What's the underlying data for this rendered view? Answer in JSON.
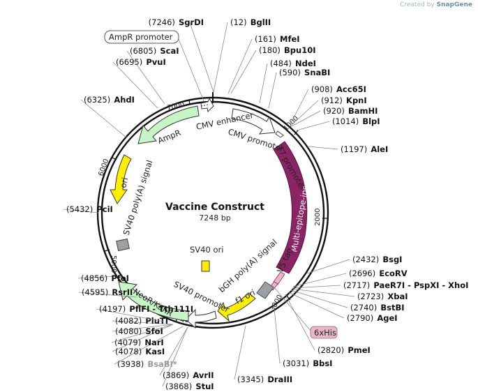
{
  "credit": {
    "prefix": "Created by",
    "brand": "SnapGene"
  },
  "plasmid": {
    "name": "Vaccine Construct",
    "length_label": "7248 bp",
    "length": 7248
  },
  "ticks": [
    "1000",
    "2000",
    "3000",
    "4000",
    "5000",
    "6000",
    "7000"
  ],
  "sites": [
    {
      "name": "SgrDI",
      "pos": "(7246)"
    },
    {
      "name": "BglII",
      "pos": "(12)"
    },
    {
      "name": "MfeI",
      "pos": "(161)"
    },
    {
      "name": "Bpu10I",
      "pos": "(180)"
    },
    {
      "name": "NdeI",
      "pos": "(484)"
    },
    {
      "name": "SnaBI",
      "pos": "(590)"
    },
    {
      "name": "Acc65I",
      "pos": "(908)"
    },
    {
      "name": "KpnI",
      "pos": "(912)"
    },
    {
      "name": "BamHI",
      "pos": "(920)"
    },
    {
      "name": "BlpI",
      "pos": "(1014)"
    },
    {
      "name": "AleI",
      "pos": "(1197)"
    },
    {
      "name": "BsgI",
      "pos": "(2432)"
    },
    {
      "name": "EcoRV",
      "pos": "(2696)"
    },
    {
      "name": "PaeR7I - PspXI - XhoI",
      "pos": "(2717)"
    },
    {
      "name": "XbaI",
      "pos": "(2723)"
    },
    {
      "name": "BstBI",
      "pos": "(2740)"
    },
    {
      "name": "AgeI",
      "pos": "(2790)"
    },
    {
      "name": "PmeI",
      "pos": "(2820)"
    },
    {
      "name": "BbsI",
      "pos": "(3031)"
    },
    {
      "name": "DraIII",
      "pos": "(3345)"
    },
    {
      "name": "StuI",
      "pos": "(3868)"
    },
    {
      "name": "AvrII",
      "pos": "(3869)"
    },
    {
      "name": "BsaBI*",
      "pos": "(3938)"
    },
    {
      "name": "KasI",
      "pos": "(4078)"
    },
    {
      "name": "NarI",
      "pos": "(4079)"
    },
    {
      "name": "SfoI",
      "pos": "(4080)"
    },
    {
      "name": "PluTI",
      "pos": "(4082)"
    },
    {
      "name": "PflFI - Tth111I",
      "pos": "(4197)"
    },
    {
      "name": "RsrII",
      "pos": "(4595)"
    },
    {
      "name": "PfoI",
      "pos": "(4856)"
    },
    {
      "name": "PciI",
      "pos": "(5432)"
    },
    {
      "name": "AhdI",
      "pos": "(6325)"
    },
    {
      "name": "PvuI",
      "pos": "(6695)"
    },
    {
      "name": "ScaI",
      "pos": "(6805)"
    }
  ],
  "features": {
    "ampr_promoter": "AmpR promoter",
    "ampr": "AmpR",
    "cmv_enhancer": "CMV enhancer",
    "cmv_promoter": "CMV promoter",
    "t7_promoter": "T7 promoter",
    "insert": "Multi-epitope-insert",
    "v5_tag": "V5 tag",
    "bgh": "bGH poly(A) signal",
    "f1_ori": "f1 ori",
    "his": "6xHis",
    "sv40_promoter": "SV40 promoter",
    "neor": "NeoR/KanR",
    "sv40_ori": "SV40 ori",
    "sv40_polya": "SV40 poly(A) signal",
    "ori": "ori"
  },
  "colors": {
    "ampr": "#c8f5c8",
    "neor": "#c8f5c8",
    "insert": "#8b2464",
    "ori": "#ffee00",
    "his": "#e8b8c8",
    "grey": "#9aa0a6",
    "backbone": "#111111"
  }
}
